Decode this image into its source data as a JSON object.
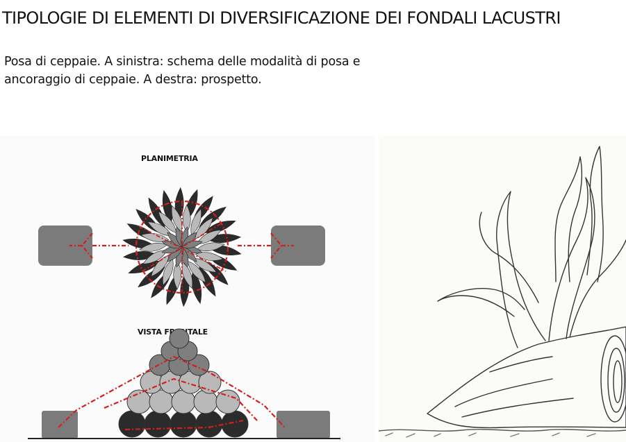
{
  "page": {
    "title": "TIPOLOGIE DI ELEMENTI DI DIVERSIFICAZIONE DEI FONDALI LACUSTRI",
    "caption_line1": "Posa di ceppaie. A sinistra: schema delle modalità di posa e",
    "caption_line2": "ancoraggio di ceppaie. A destra: prospetto."
  },
  "figure_left": {
    "label_plan": "PLANIMETRIA",
    "label_front": "VISTA FRONTALE"
  },
  "colors": {
    "anchor_block": "#7b7b7b",
    "cable": "#d21f1f",
    "stump_dark": "#2b2b2b",
    "stump_mid": "#7f7f7f",
    "stump_light": "#b9b9b9"
  }
}
